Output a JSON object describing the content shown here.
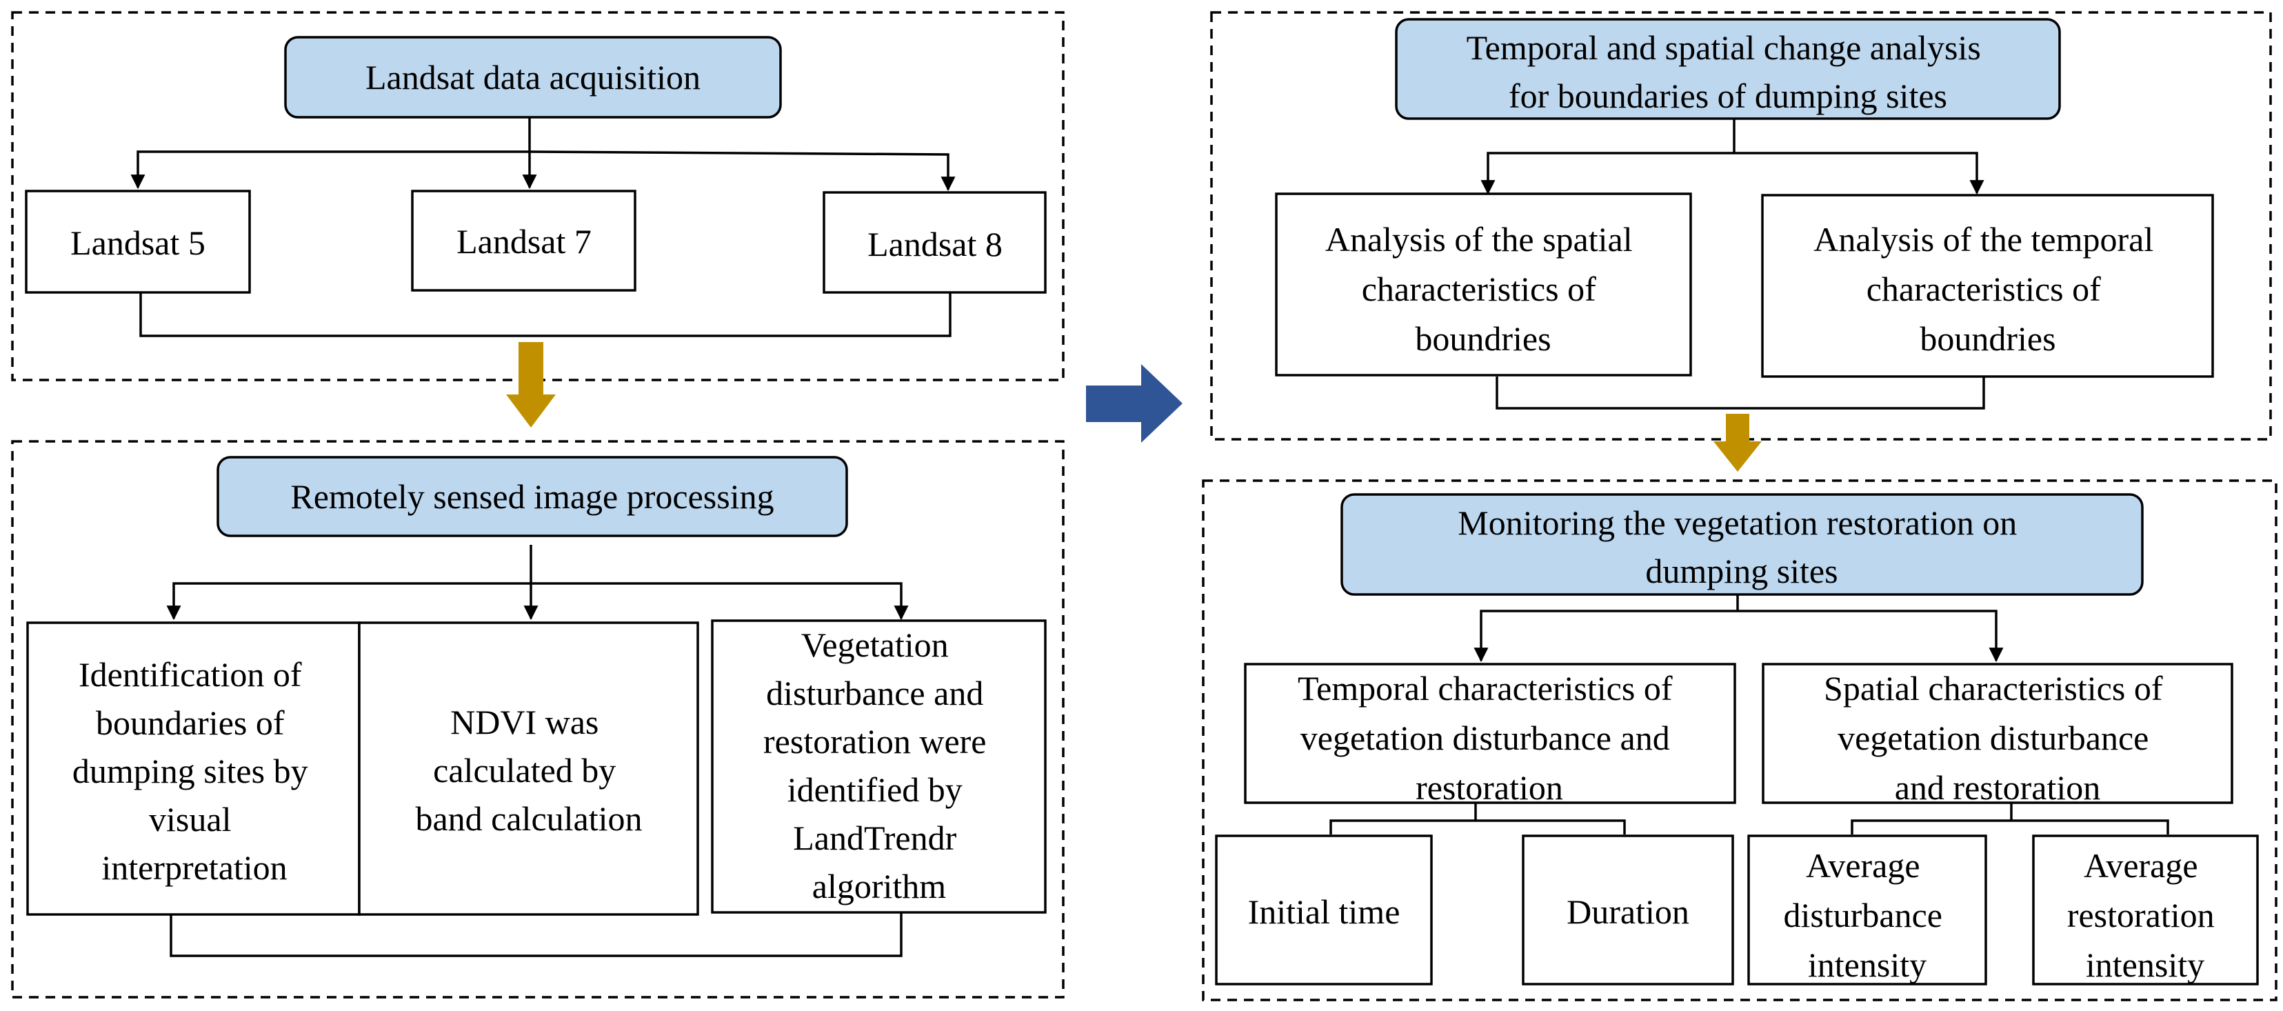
{
  "left_top": {
    "header": "Landsat data acquisition",
    "sensors": [
      "Landsat 5",
      "Landsat 7",
      "Landsat 8"
    ]
  },
  "left_bottom": {
    "header": "Remotely sensed image processing",
    "steps": [
      [
        "Identification of",
        "boundaries of",
        "dumping sites by",
        "visual",
        "interpretation"
      ],
      [
        "NDVI was",
        "calculated by",
        "band calculation"
      ],
      [
        "Vegetation",
        "disturbance and",
        "restoration were",
        "identified by",
        "LandTrendr",
        "algorithm"
      ]
    ]
  },
  "right_top": {
    "header": [
      "Temporal and spatial change analysis",
      "for boundaries of dumping sites"
    ],
    "branches": [
      [
        "Analysis of the spatial",
        "characteristics of",
        "boundries"
      ],
      [
        "Analysis of the temporal",
        "characteristics of",
        "boundries"
      ]
    ]
  },
  "right_bottom": {
    "header": [
      "Monitoring the vegetation restoration on",
      "dumping sites"
    ],
    "groups": [
      [
        "Temporal characteristics of",
        "vegetation disturbance and",
        "restoration"
      ],
      [
        "Spatial characteristics of",
        "vegetation disturbance",
        "and restoration"
      ]
    ],
    "leaves": [
      [
        "Initial time"
      ],
      [
        "Duration"
      ],
      [
        "Average",
        "disturbance",
        "intensity"
      ],
      [
        "Average",
        "restoration",
        "intensity"
      ]
    ]
  },
  "colors": {
    "header_fill": "#bdd7ee",
    "down_arrow": "#c09000",
    "right_arrow": "#2f5597"
  },
  "icons": [
    "gold-down-arrow-icon",
    "blue-right-arrow-icon"
  ]
}
